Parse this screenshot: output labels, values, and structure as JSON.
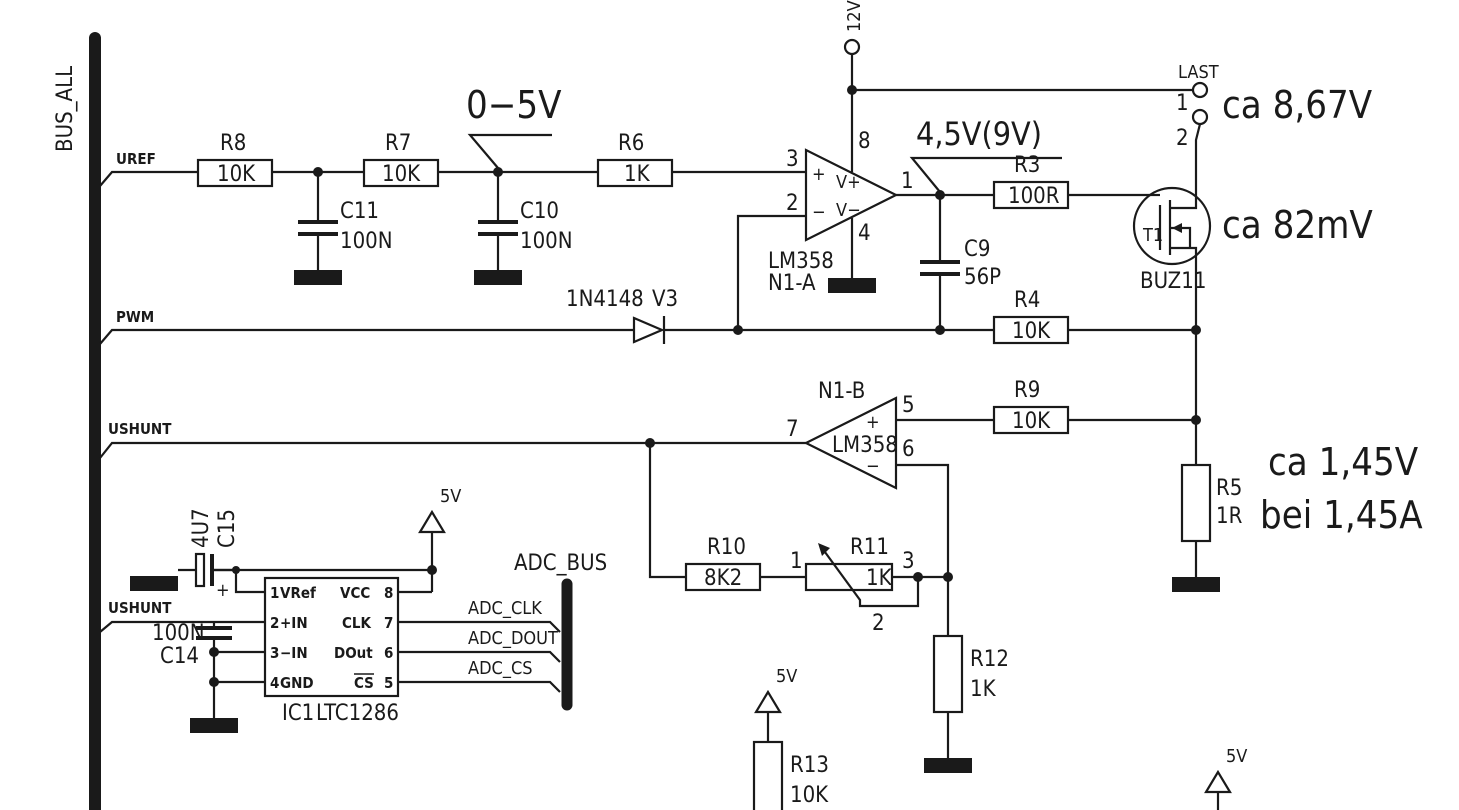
{
  "buses": {
    "bus_all": "BUS_ALL",
    "adc_bus": "ADC_BUS"
  },
  "nets": {
    "uref": "UREF",
    "pwm": "PWM",
    "ushunt_main": "USHUNT",
    "ushunt_adc": "USHUNT",
    "adc_clk": "ADC_CLK",
    "adc_dout": "ADC_DOUT",
    "adc_cs": "ADC_CS",
    "last": "LAST"
  },
  "supplies": {
    "v12": "12V",
    "v5_ic": "5V",
    "v5_r13": "5V",
    "v5_right": "5V"
  },
  "resistors": {
    "r8": {
      "ref": "R8",
      "value": "10K"
    },
    "r7": {
      "ref": "R7",
      "value": "10K"
    },
    "r6": {
      "ref": "R6",
      "value": "1K"
    },
    "r3": {
      "ref": "R3",
      "value": "100R"
    },
    "r4": {
      "ref": "R4",
      "value": "10K"
    },
    "r9": {
      "ref": "R9",
      "value": "10K"
    },
    "r10": {
      "ref": "R10",
      "value": "8K2"
    },
    "r11": {
      "ref": "R11",
      "value": "1K"
    },
    "r5": {
      "ref": "R5",
      "value": "1R"
    },
    "r12": {
      "ref": "R12",
      "value": "1K"
    },
    "r13": {
      "ref": "R13",
      "value": "10K"
    }
  },
  "capacitors": {
    "c11": {
      "ref": "C11",
      "value": "100N"
    },
    "c10": {
      "ref": "C10",
      "value": "100N"
    },
    "c9": {
      "ref": "C9",
      "value": "56P"
    },
    "c15": {
      "ref": "C15",
      "value": "4U7"
    },
    "c14": {
      "ref": "C14",
      "value": "100N"
    }
  },
  "diode": {
    "ref": "V3",
    "part": "1N4148"
  },
  "transistor": {
    "ref": "T1",
    "part": "BUZ11"
  },
  "opamp_a": {
    "part": "LM358",
    "unit": "N1-A",
    "pin_noninv": "3",
    "pin_inv": "2",
    "pin_out": "1",
    "pin_vplus": "8",
    "pin_vminus": "4",
    "label_plus": "+",
    "label_minus": "−",
    "label_vplus": "V+",
    "label_vminus": "V−"
  },
  "opamp_b": {
    "part": "LM358",
    "unit": "N1-B",
    "pin_noninv": "5",
    "pin_inv": "6",
    "pin_out": "7",
    "label_plus": "+",
    "label_minus": "−"
  },
  "ic1": {
    "ref": "IC1",
    "part": "LTC1286",
    "pins_left": [
      {
        "num": "1",
        "name": "VRef"
      },
      {
        "num": "2",
        "name": "+IN"
      },
      {
        "num": "3",
        "name": "−IN"
      },
      {
        "num": "4",
        "name": "GND"
      }
    ],
    "pins_right": [
      {
        "num": "8",
        "name": "VCC"
      },
      {
        "num": "7",
        "name": "CLK"
      },
      {
        "num": "6",
        "name": "DOut"
      },
      {
        "num": "5",
        "name": "CS"
      }
    ]
  },
  "connector_last": {
    "pin1": "1",
    "pin2": "2"
  },
  "potentiometer_pins": {
    "p1": "1",
    "p2": "2",
    "p3": "3"
  },
  "annotations": {
    "v_0_5": "0−5V",
    "v_out_opamp": "4,5V(9V)",
    "v_last": "ca 8,67V",
    "v_drain": "ca 82mV",
    "v_shunt_line1": "ca 1,45V",
    "v_shunt_line2": "bei 1,45A"
  }
}
